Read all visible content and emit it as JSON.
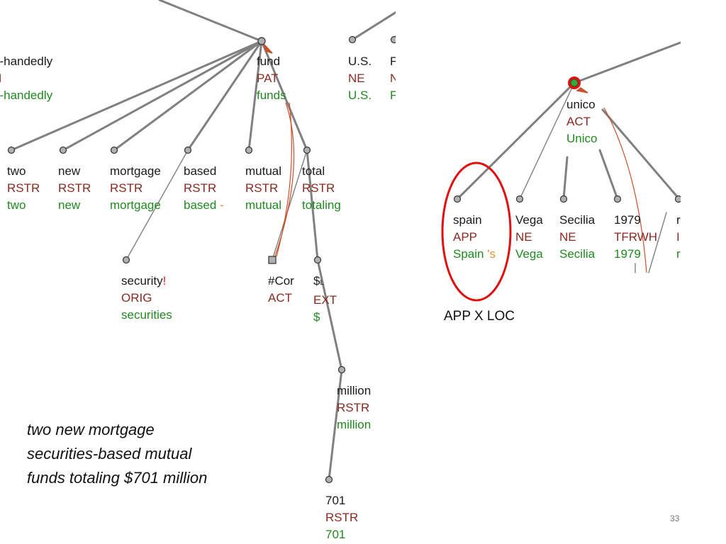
{
  "colors": {
    "edge": "#808080",
    "node_fill": "#b0b0b0",
    "coref_arrow": "#c8502a",
    "lemma": "#1a1a1a",
    "functor": "#8b2a20",
    "form": "#1f8a1f",
    "highlight_ellipse": "#e01010",
    "selected_node": "#3aa63a"
  },
  "left_tree": {
    "top_partial": {
      "lemma": "e-handedly",
      "functor": "N",
      "form": "e-handedly"
    },
    "fund": {
      "lemma": "fund",
      "functor": "PAT",
      "form": "funds"
    },
    "us": {
      "lemma": "U.S.",
      "functor": "NE",
      "form": "U.S."
    },
    "cut_right": {
      "lemma": "F",
      "functor": "N",
      "form": "F"
    },
    "two": {
      "lemma": "two",
      "functor": "RSTR",
      "form": "two"
    },
    "new": {
      "lemma": "new",
      "functor": "RSTR",
      "form": "new"
    },
    "mortgage": {
      "lemma": "mortgage",
      "functor": "RSTR",
      "form": "mortgage"
    },
    "based": {
      "lemma": "based",
      "functor": "RSTR",
      "form": "based",
      "form_suffix": "-"
    },
    "mutual": {
      "lemma": "mutual",
      "functor": "RSTR",
      "form": "mutual"
    },
    "total": {
      "lemma": "total",
      "functor": "RSTR",
      "form": "totaling"
    },
    "security": {
      "lemma": "security",
      "lemma_mark": "!",
      "functor": "ORIG",
      "form": "securities"
    },
    "cor": {
      "lemma": "#Cor",
      "functor": "ACT"
    },
    "dollar": {
      "lemma": "$",
      "lemma_sub": "L",
      "functor": "EXT",
      "form": "$"
    },
    "million": {
      "lemma": "million",
      "functor": "RSTR",
      "form": "million"
    },
    "n701": {
      "lemma": "701",
      "functor": "RSTR",
      "form": "701"
    }
  },
  "right_tree": {
    "unico": {
      "lemma": "unico",
      "functor": "ACT",
      "form": "Unico"
    },
    "spain": {
      "lemma": "spain",
      "functor": "APP",
      "form": "Spain",
      "form_suffix": "'s"
    },
    "vega": {
      "lemma": "Vega",
      "functor": "NE",
      "form": "Vega"
    },
    "secilia": {
      "lemma": "Secilia",
      "functor": "NE",
      "form": "Secilia"
    },
    "y1979": {
      "lemma": "1979",
      "functor": "TFRWH",
      "form": "1979"
    },
    "cut_right": {
      "lemma": "r",
      "functor": "I",
      "form": "r"
    }
  },
  "caption": {
    "line1": "two new mortgage",
    "line2": "securities-based mutual",
    "line3": "funds totaling $701 million"
  },
  "annotation": "APP X LOC",
  "page_number": "33"
}
